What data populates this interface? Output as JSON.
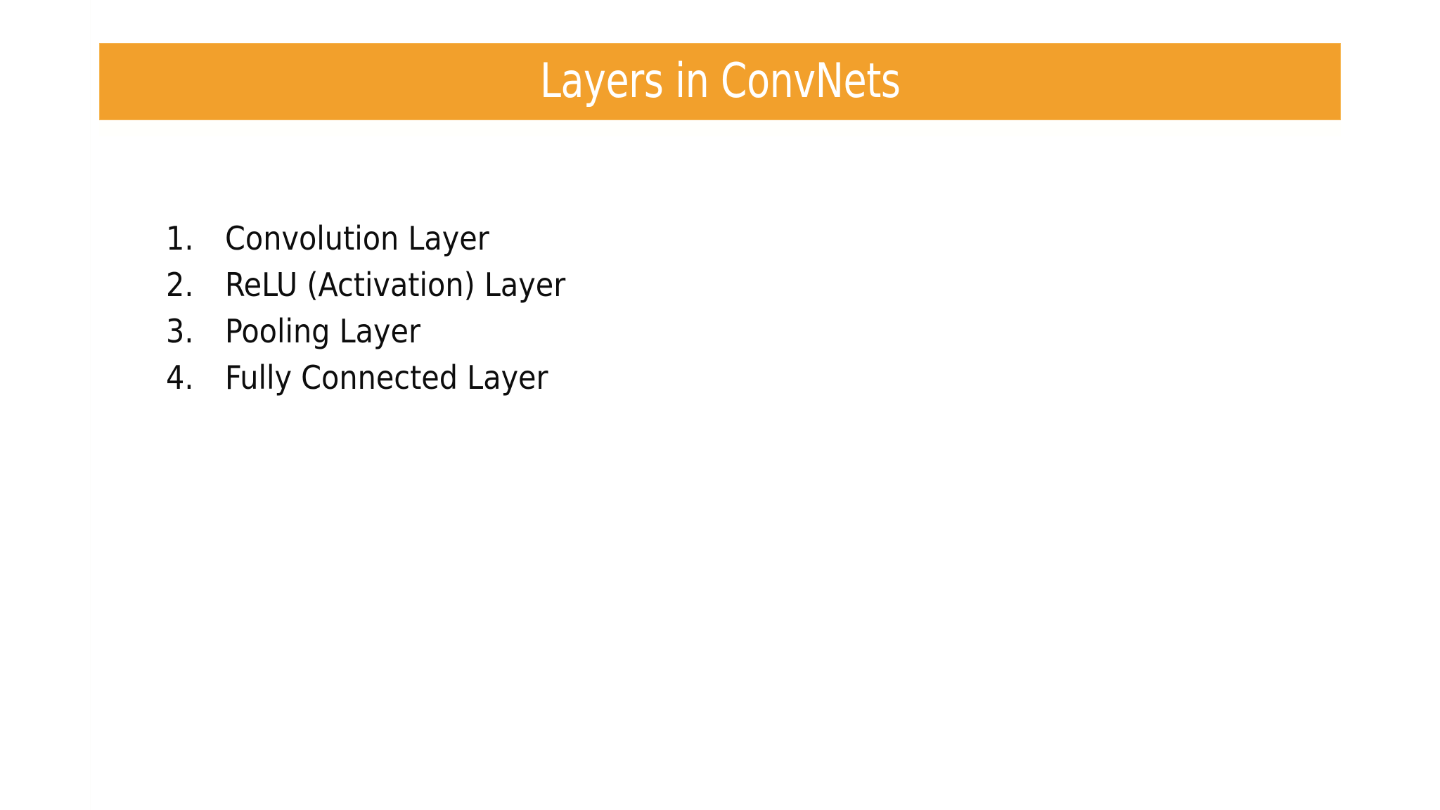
{
  "slide": {
    "title": "Layers in ConvNets",
    "background_color": "#ffffff",
    "banner_color": "#f2a02c",
    "title_color": "#ffffff",
    "body_text_color": "#0d0d0d",
    "list": [
      {
        "marker": "1.",
        "label": "Convolution Layer"
      },
      {
        "marker": "2.",
        "label": "ReLU (Activation) Layer"
      },
      {
        "marker": "3.",
        "label": "Pooling Layer"
      },
      {
        "marker": "4.",
        "label": "Fully Connected Layer"
      }
    ]
  }
}
